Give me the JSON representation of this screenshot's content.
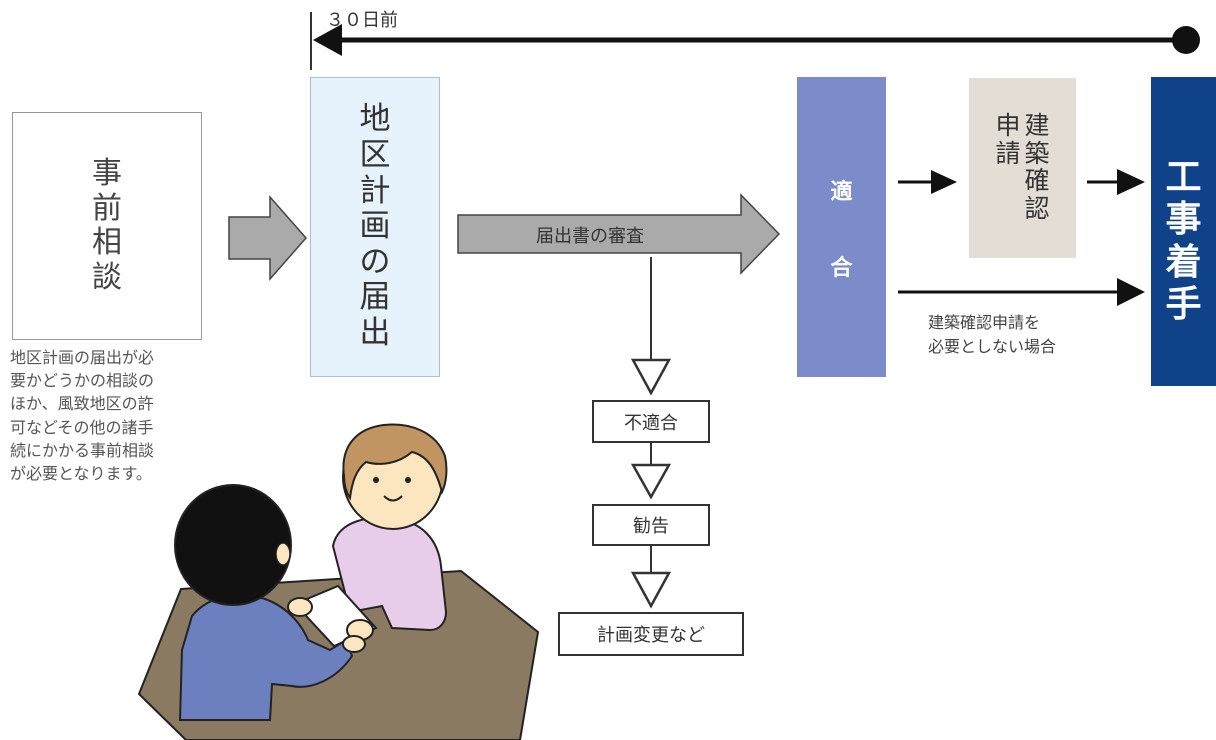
{
  "timeline": {
    "label": "３０日前"
  },
  "consultation": {
    "chars": [
      "事",
      "前",
      "相",
      "談"
    ],
    "note": [
      "地区計画の届出が必",
      "要かどうかの相談の",
      "ほか、風致地区の許",
      "可などその他の諸手",
      "続にかかる事前相談",
      "が必要となります。"
    ]
  },
  "notification": {
    "chars": [
      "地",
      "区",
      "計",
      "画",
      "の",
      "届",
      "出"
    ]
  },
  "review": {
    "label": "届出書の審査"
  },
  "conform": {
    "chars": [
      "適",
      "合"
    ]
  },
  "building_confirmation": {
    "col1": [
      "建",
      "築",
      "確",
      "認"
    ],
    "col2": [
      "申",
      "請"
    ]
  },
  "construction_start": {
    "chars": [
      "工",
      "事",
      "着",
      "手"
    ]
  },
  "bypass": {
    "lines": [
      "建築確認申請を",
      "必要としない場合"
    ]
  },
  "nonconform_flow": {
    "step1": "不適合",
    "step2": "勧告",
    "step3": "計画変更など"
  },
  "colors": {
    "notify_bg": "#e6f2fc",
    "conform_bg": "#7c8ccb",
    "confirm_bg": "#e4ddd6",
    "start_bg": "#10428a",
    "gray_arrow": "#aaaaaa"
  }
}
